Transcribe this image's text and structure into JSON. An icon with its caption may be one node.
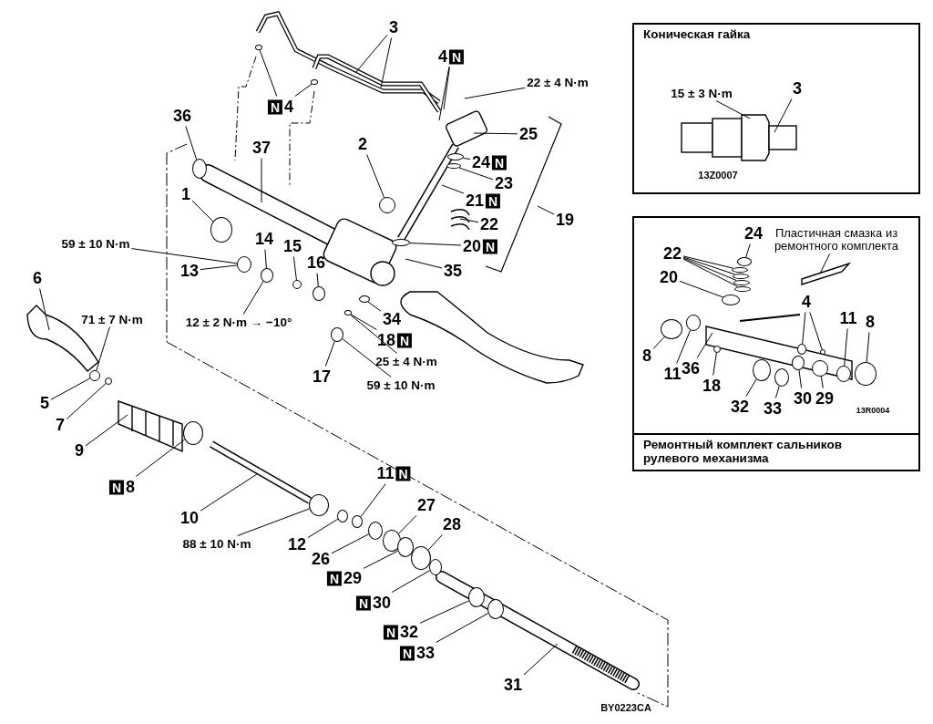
{
  "diagram": {
    "nodes": [
      {
        "text": [
          "3"
        ]
      },
      {
        "text": [
          "4",
          "N"
        ]
      },
      {
        "text": [
          "22 ± 4 N·m"
        ]
      },
      {
        "text": [
          "N",
          "4"
        ]
      },
      {
        "text": [
          "36"
        ]
      },
      {
        "text": [
          "37"
        ]
      },
      {
        "text": [
          "2"
        ]
      },
      {
        "text": [
          "25"
        ]
      },
      {
        "text": [
          "24",
          "N"
        ]
      },
      {
        "text": [
          "23"
        ]
      },
      {
        "text": [
          "21",
          "N"
        ]
      },
      {
        "text": [
          "19"
        ]
      },
      {
        "text": [
          "1"
        ]
      },
      {
        "text": [
          "22"
        ]
      },
      {
        "text": [
          "20",
          "N"
        ]
      },
      {
        "text": [
          "59 ± 10 N·m"
        ]
      },
      {
        "text": [
          "14"
        ]
      },
      {
        "text": [
          "15"
        ]
      },
      {
        "text": [
          "16"
        ]
      },
      {
        "text": [
          "13"
        ]
      },
      {
        "text": [
          "35"
        ]
      },
      {
        "text": [
          "6"
        ]
      },
      {
        "text": [
          "71 ± 7 N·m"
        ]
      },
      {
        "text": [
          "12 ± 2 N·m → −10°"
        ]
      },
      {
        "text": [
          "34"
        ]
      },
      {
        "text": [
          "18",
          "N"
        ]
      },
      {
        "text": [
          "25 ± 4 N·m"
        ]
      },
      {
        "text": [
          "17"
        ]
      },
      {
        "text": [
          "59 ± 10 N·m"
        ]
      },
      {
        "text": [
          "5"
        ]
      },
      {
        "text": [
          "7"
        ]
      },
      {
        "text": [
          "9"
        ]
      },
      {
        "text": [
          "N",
          "8"
        ]
      },
      {
        "text": [
          "10"
        ]
      },
      {
        "text": [
          "11",
          "N"
        ]
      },
      {
        "text": [
          "27"
        ]
      },
      {
        "text": [
          "88 ± 10 N·m"
        ]
      },
      {
        "text": [
          "12"
        ]
      },
      {
        "text": [
          "28"
        ]
      },
      {
        "text": [
          "26"
        ]
      },
      {
        "text": [
          "N",
          "29"
        ]
      },
      {
        "text": [
          "N",
          "30"
        ]
      },
      {
        "text": [
          "N",
          "32"
        ]
      },
      {
        "text": [
          "N",
          "33"
        ]
      },
      {
        "text": [
          "31"
        ]
      },
      {
        "text": [
          "Коническая гайка"
        ]
      },
      {
        "text": [
          "15 ± 3 N·m"
        ],
        "in": 45
      },
      {
        "text": [
          "3"
        ],
        "in": 45
      },
      {
        "text": [
          "Ремонтный комплект сальников рулевого механизма"
        ]
      },
      {
        "text": [
          "Пластичная смазка из ремонтного комплекта"
        ],
        "in": 48
      },
      {
        "text": [
          "24"
        ],
        "in": 48
      },
      {
        "text": [
          "22"
        ],
        "in": 48
      },
      {
        "text": [
          "20"
        ],
        "in": 48
      },
      {
        "text": [
          "4"
        ],
        "in": 48
      },
      {
        "text": [
          "8"
        ],
        "in": 48
      },
      {
        "text": [
          "11"
        ],
        "in": 48
      },
      {
        "text": [
          "36"
        ],
        "in": 48
      },
      {
        "text": [
          "18"
        ],
        "in": 48
      },
      {
        "text": [
          "11"
        ],
        "in": 48
      },
      {
        "text": [
          "8"
        ],
        "in": 48
      },
      {
        "text": [
          "32"
        ],
        "in": 48
      },
      {
        "text": [
          "33"
        ],
        "in": 48
      },
      {
        "text": [
          "30"
        ],
        "in": 48
      },
      {
        "text": [
          "29"
        ],
        "in": 48
      },
      {
        "text": [],
        "shape": "circle"
      },
      {
        "text": [],
        "shape": "circle"
      },
      {
        "text": [],
        "shape": "circle"
      },
      {
        "text": [],
        "shape": "circle"
      },
      {
        "text": [],
        "shape": "circle"
      },
      {
        "text": [],
        "shape": "circle"
      },
      {
        "text": [],
        "shape": "circle"
      },
      {
        "text": [],
        "shape": "circle"
      },
      {
        "text": [],
        "shape": "circle"
      },
      {
        "text": [],
        "shape": "circle"
      },
      {
        "text": [],
        "shape": "circle"
      },
      {
        "text": [],
        "shape": "circle"
      },
      {
        "text": [],
        "shape": "circle"
      },
      {
        "text": [],
        "shape": "circle"
      },
      {
        "text": [],
        "shape": "circle"
      },
      {
        "text": [],
        "shape": "circle"
      },
      {
        "text": [],
        "shape": "circle"
      },
      {
        "text": [],
        "shape": "circle"
      },
      {
        "text": [],
        "shape": "circle"
      },
      {
        "text": [],
        "shape": "circle"
      },
      {
        "text": [],
        "shape": "circle"
      },
      {
        "text": [],
        "shape": "circle"
      },
      {
        "text": [],
        "shape": "circle"
      },
      {
        "text": [],
        "shape": "circle"
      },
      {
        "text": [],
        "shape": "circle"
      },
      {
        "text": [],
        "shape": "circle"
      },
      {
        "text": [],
        "shape": "circle"
      },
      {
        "text": [],
        "shape": "circle"
      },
      {
        "text": [],
        "shape": "circle",
        "in": 48
      },
      {
        "text": [],
        "shape": "circle",
        "in": 48
      },
      {
        "text": [],
        "shape": "circle",
        "in": 48
      },
      {
        "text": [],
        "shape": "circle",
        "in": 48
      },
      {
        "text": [],
        "shape": "circle",
        "in": 48
      },
      {
        "text": [],
        "shape": "circle",
        "in": 48
      },
      {
        "text": [],
        "shape": "circle",
        "in": 48
      },
      {
        "text": [],
        "shape": "circle",
        "in": 48
      },
      {
        "text": [],
        "shape": "circle",
        "in": 48
      },
      {
        "text": [],
        "shape": "circle",
        "in": 48
      },
      {
        "text": [],
        "shape": "circle",
        "in": 48
      },
      {
        "text": [],
        "shape": "circle",
        "in": 48
      },
      {
        "text": [],
        "shape": "circle",
        "in": 48
      },
      {
        "text": [],
        "shape": "circle",
        "in": 48
      },
      {
        "text": [],
        "shape": "circle",
        "in": 48
      },
      {
        "text": [],
        "shape": "circle",
        "in": 48
      },
      {
        "text": [],
        "shape": "circle",
        "in": 48
      }
    ],
    "edges": [
      {
        "from": 0,
        "to": null,
        "arrow": "none"
      },
      {
        "from": 0,
        "to": null,
        "arrow": "none"
      },
      {
        "from": 1,
        "to": null,
        "arrow": "none"
      },
      {
        "from": 1,
        "to": null,
        "arrow": "none"
      },
      {
        "from": 2,
        "to": null,
        "arrow": "none"
      },
      {
        "from": 3,
        "to": 64,
        "arrow": "none"
      },
      {
        "from": 3,
        "to": 65,
        "arrow": "none"
      },
      {
        "from": 4,
        "to": 66,
        "arrow": "none"
      },
      {
        "from": 5,
        "to": null,
        "arrow": "none"
      },
      {
        "from": 6,
        "to": 67,
        "arrow": "none"
      },
      {
        "from": 7,
        "to": null,
        "arrow": "none"
      },
      {
        "from": 8,
        "to": 68,
        "arrow": "none"
      },
      {
        "from": 9,
        "to": 69,
        "arrow": "none"
      },
      {
        "from": 10,
        "to": null,
        "arrow": "none"
      },
      {
        "from": 11,
        "to": null,
        "arrow": "none"
      },
      {
        "from": 12,
        "to": 70,
        "arrow": "none"
      },
      {
        "from": 13,
        "to": null,
        "arrow": "none"
      },
      {
        "from": 14,
        "to": 71,
        "arrow": "none"
      },
      {
        "from": 15,
        "to": 72,
        "arrow": "none"
      },
      {
        "from": 16,
        "to": 73,
        "arrow": "none"
      },
      {
        "from": 17,
        "to": 74,
        "arrow": "none"
      },
      {
        "from": 18,
        "to": 75,
        "arrow": "none"
      },
      {
        "from": 19,
        "to": 72,
        "arrow": "none"
      },
      {
        "from": 20,
        "to": null,
        "arrow": "none"
      },
      {
        "from": 21,
        "to": null,
        "arrow": "none"
      },
      {
        "from": 22,
        "to": 79,
        "arrow": "none"
      },
      {
        "from": 23,
        "to": 73,
        "arrow": "none"
      },
      {
        "from": 24,
        "to": 76,
        "arrow": "none"
      },
      {
        "from": 25,
        "to": 77,
        "arrow": "none"
      },
      {
        "from": 26,
        "to": 77,
        "arrow": "none"
      },
      {
        "from": 27,
        "to": 78,
        "arrow": "none"
      },
      {
        "from": 28,
        "to": 78,
        "arrow": "none"
      },
      {
        "from": 29,
        "to": 79,
        "arrow": "none"
      },
      {
        "from": 30,
        "to": 80,
        "arrow": "none"
      },
      {
        "from": 31,
        "to": null,
        "arrow": "none"
      },
      {
        "from": 32,
        "to": 81,
        "arrow": "none"
      },
      {
        "from": 33,
        "to": null,
        "arrow": "none"
      },
      {
        "from": 34,
        "to": 84,
        "arrow": "none"
      },
      {
        "from": 35,
        "to": 86,
        "arrow": "none"
      },
      {
        "from": 36,
        "to": 82,
        "arrow": "none"
      },
      {
        "from": 37,
        "to": 83,
        "arrow": "none"
      },
      {
        "from": 38,
        "to": 88,
        "arrow": "none"
      },
      {
        "from": 39,
        "to": 85,
        "arrow": "none"
      },
      {
        "from": 40,
        "to": 87,
        "arrow": "none"
      },
      {
        "from": 41,
        "to": 89,
        "arrow": "none"
      },
      {
        "from": 42,
        "to": 90,
        "arrow": "none"
      },
      {
        "from": 43,
        "to": 91,
        "arrow": "none"
      },
      {
        "from": 44,
        "to": null,
        "arrow": "none"
      },
      {
        "from": 46,
        "to": null,
        "arrow": "none"
      },
      {
        "from": 47,
        "to": null,
        "arrow": "none"
      },
      {
        "from": 49,
        "to": null,
        "arrow": "none"
      },
      {
        "from": 50,
        "to": 92,
        "arrow": "none"
      },
      {
        "from": 51,
        "to": 93,
        "arrow": "none"
      },
      {
        "from": 51,
        "to": 94,
        "arrow": "none"
      },
      {
        "from": 51,
        "to": 95,
        "arrow": "none"
      },
      {
        "from": 51,
        "to": 96,
        "arrow": "none"
      },
      {
        "from": 52,
        "to": 97,
        "arrow": "none"
      },
      {
        "from": 53,
        "to": 98,
        "arrow": "none"
      },
      {
        "from": 53,
        "to": 99,
        "arrow": "none"
      },
      {
        "from": 54,
        "to": 100,
        "arrow": "none"
      },
      {
        "from": 55,
        "to": 101,
        "arrow": "none"
      },
      {
        "from": 56,
        "to": null,
        "arrow": "none"
      },
      {
        "from": 57,
        "to": 102,
        "arrow": "none"
      },
      {
        "from": 58,
        "to": 103,
        "arrow": "none"
      },
      {
        "from": 59,
        "to": 104,
        "arrow": "none"
      },
      {
        "from": 60,
        "to": 105,
        "arrow": "none"
      },
      {
        "from": 61,
        "to": 106,
        "arrow": "none"
      },
      {
        "from": 62,
        "to": 107,
        "arrow": "none"
      },
      {
        "from": 63,
        "to": 108,
        "arrow": "none"
      }
    ],
    "labels": [
      "13Z0007",
      "13R0004",
      "BY0223CA"
    ]
  }
}
